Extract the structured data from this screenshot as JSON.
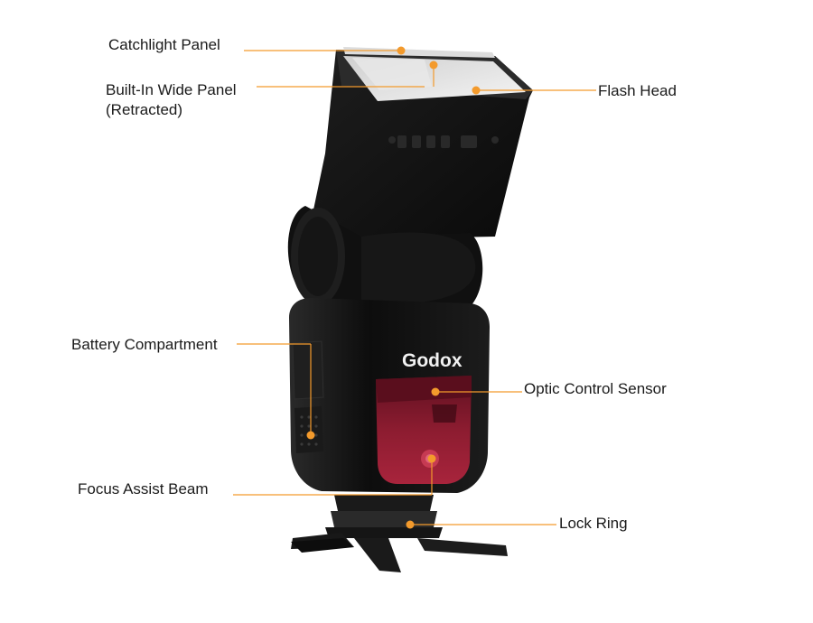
{
  "labels": {
    "catchlight_panel": "Catchlight Panel",
    "built_in_wide_panel": "Built-In Wide Panel",
    "built_in_wide_panel_sub": "(Retracted)",
    "flash_head": "Flash Head",
    "battery_compartment": "Battery Compartment",
    "optic_control_sensor": "Optic Control Sensor",
    "focus_assist_beam": "Focus Assist Beam",
    "lock_ring": "Lock Ring"
  },
  "brand": {
    "logo_text": "Godox"
  },
  "colors": {
    "callout": "#f39a2c",
    "body": "#141414",
    "window": "#8a1a2e"
  }
}
